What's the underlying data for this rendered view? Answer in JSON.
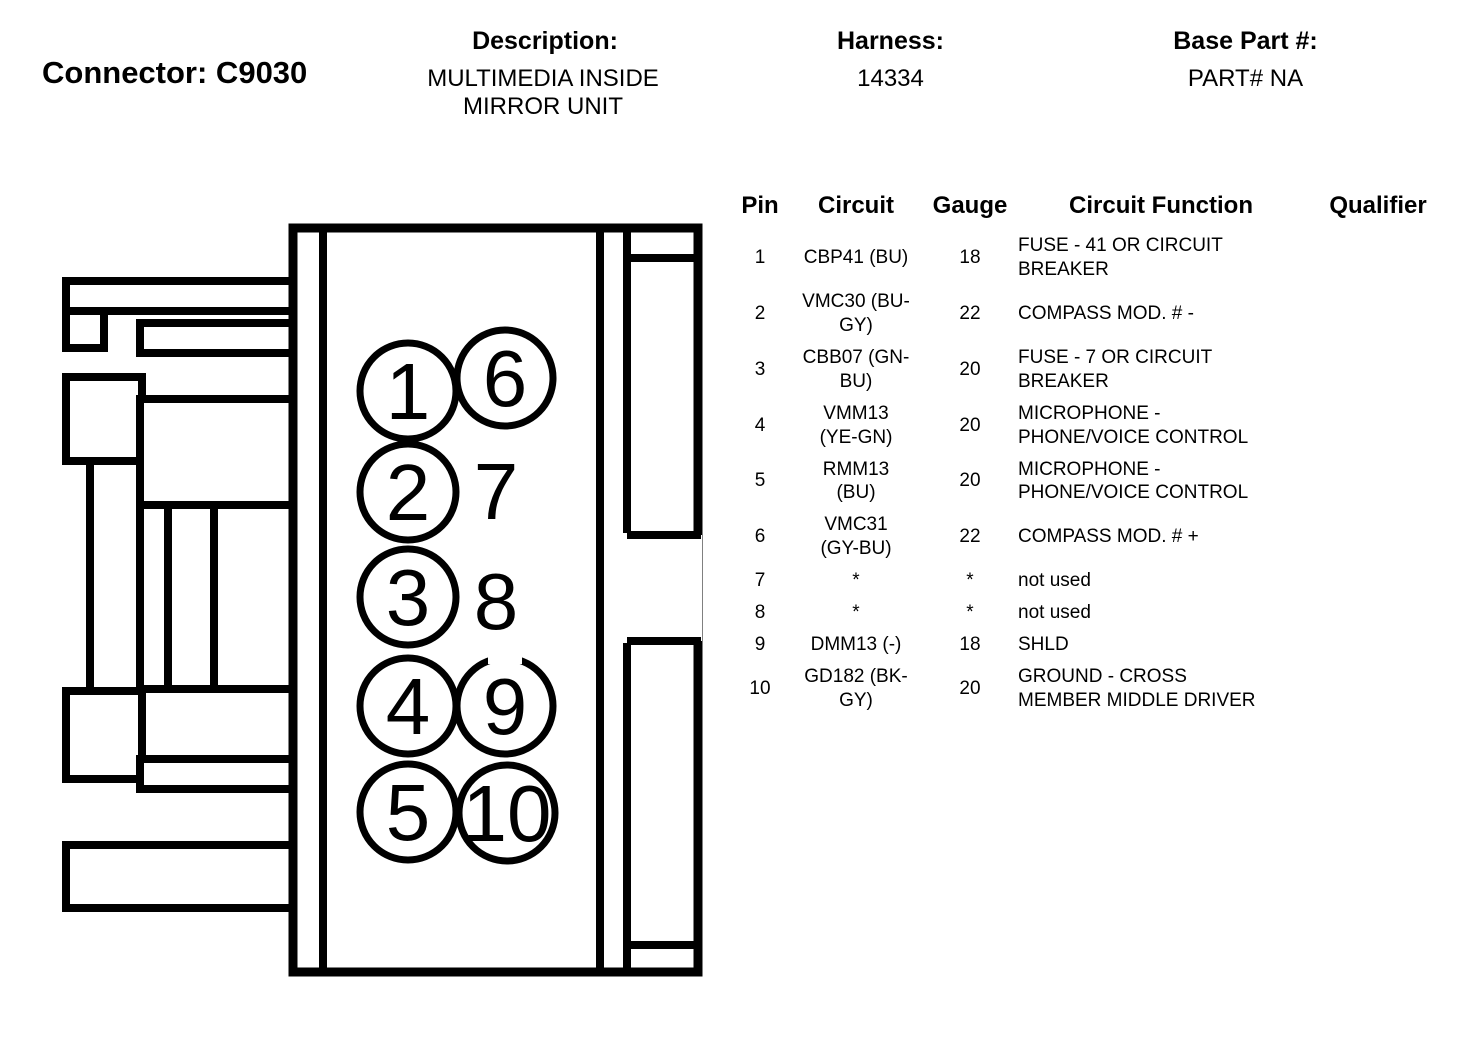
{
  "header": {
    "connector_label": "Connector: C9030",
    "description_label": "Description:",
    "description_value": "MULTIMEDIA INSIDE\nMIRROR UNIT",
    "harness_label": "Harness:",
    "harness_value": "14334",
    "base_part_label": "Base Part #:",
    "base_part_value": "PART# NA"
  },
  "connector_view": {
    "pins": [
      "1",
      "2",
      "3",
      "4",
      "5",
      "6",
      "7",
      "8",
      "9",
      "10"
    ]
  },
  "table": {
    "columns": {
      "pin": "Pin",
      "circuit": "Circuit",
      "gauge": "Gauge",
      "function": "Circuit Function",
      "qualifier": "Qualifier"
    },
    "rows": [
      {
        "pin": "1",
        "circuit": "CBP41 (BU)",
        "gauge": "18",
        "function": "FUSE - 41 OR CIRCUIT\nBREAKER",
        "qualifier": ""
      },
      {
        "pin": "2",
        "circuit": "VMC30 (BU-\nGY)",
        "gauge": "22",
        "function": "COMPASS MOD. # -",
        "qualifier": ""
      },
      {
        "pin": "3",
        "circuit": "CBB07 (GN-\nBU)",
        "gauge": "20",
        "function": "FUSE - 7 OR CIRCUIT\nBREAKER",
        "qualifier": ""
      },
      {
        "pin": "4",
        "circuit": "VMM13\n(YE-GN)",
        "gauge": "20",
        "function": "MICROPHONE -\nPHONE/VOICE CONTROL",
        "qualifier": ""
      },
      {
        "pin": "5",
        "circuit": "RMM13\n(BU)",
        "gauge": "20",
        "function": "MICROPHONE -\nPHONE/VOICE CONTROL",
        "qualifier": ""
      },
      {
        "pin": "6",
        "circuit": "VMC31\n(GY-BU)",
        "gauge": "22",
        "function": "COMPASS MOD. # +",
        "qualifier": ""
      },
      {
        "pin": "7",
        "circuit": "*",
        "gauge": "*",
        "function": "not used",
        "qualifier": ""
      },
      {
        "pin": "8",
        "circuit": "*",
        "gauge": "*",
        "function": "not used",
        "qualifier": ""
      },
      {
        "pin": "9",
        "circuit": "DMM13 (-)",
        "gauge": "18",
        "function": "SHLD",
        "qualifier": ""
      },
      {
        "pin": "10",
        "circuit": "GD182 (BK-\nGY)",
        "gauge": "20",
        "function": "GROUND - CROSS\nMEMBER MIDDLE DRIVER",
        "qualifier": ""
      }
    ]
  }
}
